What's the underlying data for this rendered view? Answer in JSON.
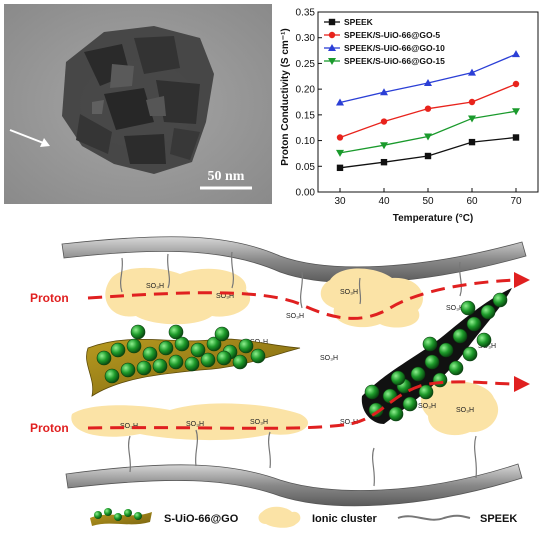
{
  "tem": {
    "scale_label": "50 nm"
  },
  "chart_data": {
    "type": "line",
    "xlabel": "Temperature (°C)",
    "ylabel": "Proton Conductivity (S cm⁻¹)",
    "x": [
      30,
      40,
      50,
      60,
      70
    ],
    "xlim": [
      25,
      75
    ],
    "ylim": [
      0.0,
      0.35
    ],
    "xticks": [
      "30",
      "40",
      "50",
      "60",
      "70"
    ],
    "yticks": [
      "0.00",
      "0.05",
      "0.10",
      "0.15",
      "0.20",
      "0.25",
      "0.30",
      "0.35"
    ],
    "legend_position": "top-left",
    "series": [
      {
        "name": "SPEEK",
        "color": "#111111",
        "marker": "square",
        "values": [
          0.047,
          0.058,
          0.07,
          0.097,
          0.106
        ]
      },
      {
        "name": "SPEEK/S-UiO-66@GO-5",
        "color": "#e8231c",
        "marker": "circle",
        "values": [
          0.106,
          0.137,
          0.162,
          0.175,
          0.21
        ]
      },
      {
        "name": "SPEEK/S-UiO-66@GO-10",
        "color": "#2b3fd6",
        "marker": "triangle-up",
        "values": [
          0.174,
          0.194,
          0.212,
          0.232,
          0.268
        ]
      },
      {
        "name": "SPEEK/S-UiO-66@GO-15",
        "color": "#1a9a2c",
        "marker": "triangle-down",
        "values": [
          0.076,
          0.091,
          0.108,
          0.143,
          0.157
        ]
      }
    ]
  },
  "scheme": {
    "proton_label": "Proton",
    "group": "SO₃H",
    "legend": {
      "mof": "S-UiO-66@GO",
      "cluster": "Ionic cluster",
      "polymer": "SPEEK"
    }
  }
}
